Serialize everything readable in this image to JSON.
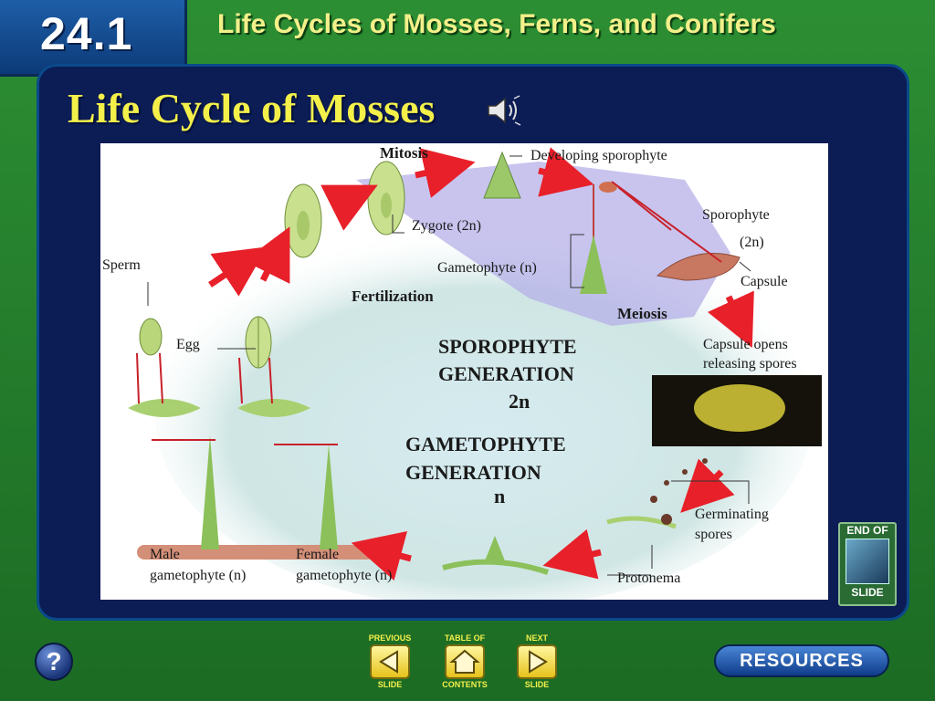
{
  "header": {
    "section_number": "24.1",
    "title": "Life Cycles of Mosses, Ferns, and Conifers"
  },
  "slide": {
    "title": "Life Cycle of Mosses"
  },
  "diagram": {
    "labels": {
      "mitosis": "Mitosis",
      "developing_sporophyte": "Developing sporophyte",
      "zygote": "Zygote (2n)",
      "sporophyte": "Sporophyte",
      "sporophyte_ploidy": "(2n)",
      "gametophyte": "Gametophyte (n)",
      "capsule": "Capsule",
      "sperm": "Sperm",
      "fertilization": "Fertilization",
      "meiosis": "Meiosis",
      "egg": "Egg",
      "capsule_opens_1": "Capsule opens",
      "capsule_opens_2": "releasing spores",
      "sporophyte_gen_1": "SPOROPHYTE",
      "sporophyte_gen_2": "GENERATION",
      "sporophyte_gen_3": "2n",
      "gametophyte_gen_1": "GAMETOPHYTE",
      "gametophyte_gen_2": "GENERATION",
      "gametophyte_gen_3": "n",
      "germinating_1": "Germinating",
      "germinating_2": "spores",
      "male_1": "Male",
      "male_2": "gametophyte (n)",
      "female_1": "Female",
      "female_2": "gametophyte (n)",
      "protonema": "Protonema"
    }
  },
  "nav": {
    "previous_top": "PREVIOUS",
    "previous_bottom": "SLIDE",
    "contents_top": "TABLE OF",
    "contents_bottom": "CONTENTS",
    "next_top": "NEXT",
    "next_bottom": "SLIDE",
    "end_top": "END OF",
    "end_bottom": "SLIDE",
    "help": "?",
    "resources": "RESOURCES"
  },
  "colors": {
    "accent_yellow": "#f4f04a",
    "panel_navy": "#0c1c55",
    "frame_green": "#2c8e33",
    "arrow_red": "#e8202a"
  }
}
